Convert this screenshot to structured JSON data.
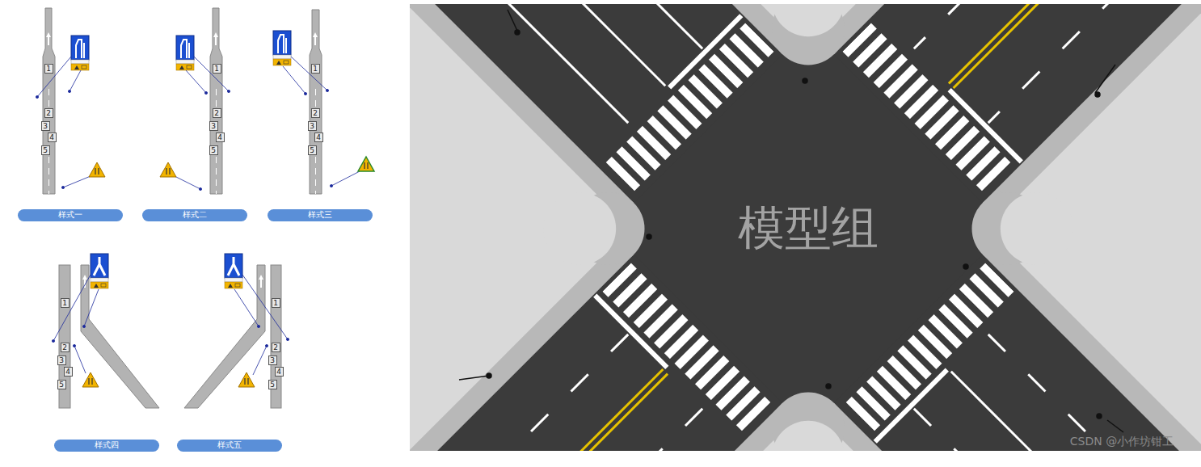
{
  "diagram": {
    "nodes": [
      {
        "text": [
          "1"
        ]
      },
      {
        "text": [
          "2"
        ]
      },
      {
        "text": [
          "3"
        ]
      },
      {
        "text": [
          "4"
        ]
      },
      {
        "text": [
          "5"
        ]
      },
      {
        "text": [
          "样式一"
        ]
      },
      {
        "text": [
          "1"
        ]
      },
      {
        "text": [
          "2"
        ]
      },
      {
        "text": [
          "3"
        ]
      },
      {
        "text": [
          "4"
        ]
      },
      {
        "text": [
          "5"
        ]
      },
      {
        "text": [
          "样式二"
        ]
      },
      {
        "text": [
          "1"
        ]
      },
      {
        "text": [
          "2"
        ]
      },
      {
        "text": [
          "3"
        ]
      },
      {
        "text": [
          "4"
        ]
      },
      {
        "text": [
          "5"
        ]
      },
      {
        "text": [
          "样式三"
        ]
      },
      {
        "text": [
          "1"
        ]
      },
      {
        "text": [
          "2"
        ]
      },
      {
        "text": [
          "3"
        ]
      },
      {
        "text": [
          "4"
        ]
      },
      {
        "text": [
          "5"
        ]
      },
      {
        "text": [
          "样式四"
        ]
      },
      {
        "text": [
          "1"
        ]
      },
      {
        "text": [
          "2"
        ]
      },
      {
        "text": [
          "3"
        ]
      },
      {
        "text": [
          "4"
        ]
      },
      {
        "text": [
          "5"
        ]
      },
      {
        "text": [
          "样式五"
        ]
      }
    ],
    "labels": [
      "模型组",
      "CSDN @小作坊钳工"
    ]
  }
}
